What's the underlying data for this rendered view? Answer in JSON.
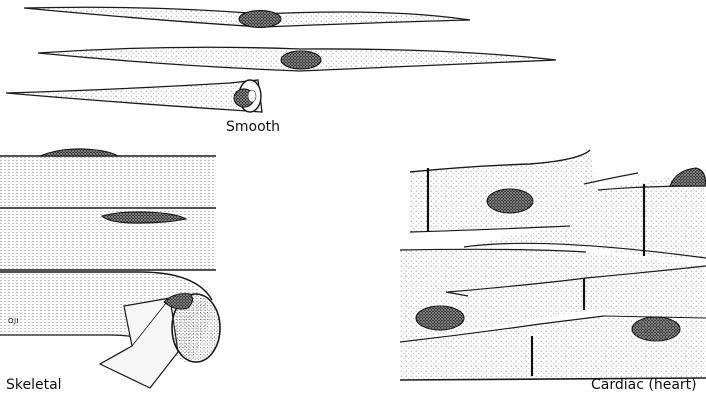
{
  "labels": {
    "smooth": "Smooth",
    "skeletal": "Skeletal",
    "cardiac": "Cardiac (heart)",
    "artist_initials": "OJI"
  },
  "colors": {
    "ink": "#1a1a1a",
    "stipple": "#6e6e6e",
    "cell_fill": "#f4f4f4",
    "nucleus": "#2b2b2b",
    "background": "#ffffff"
  }
}
